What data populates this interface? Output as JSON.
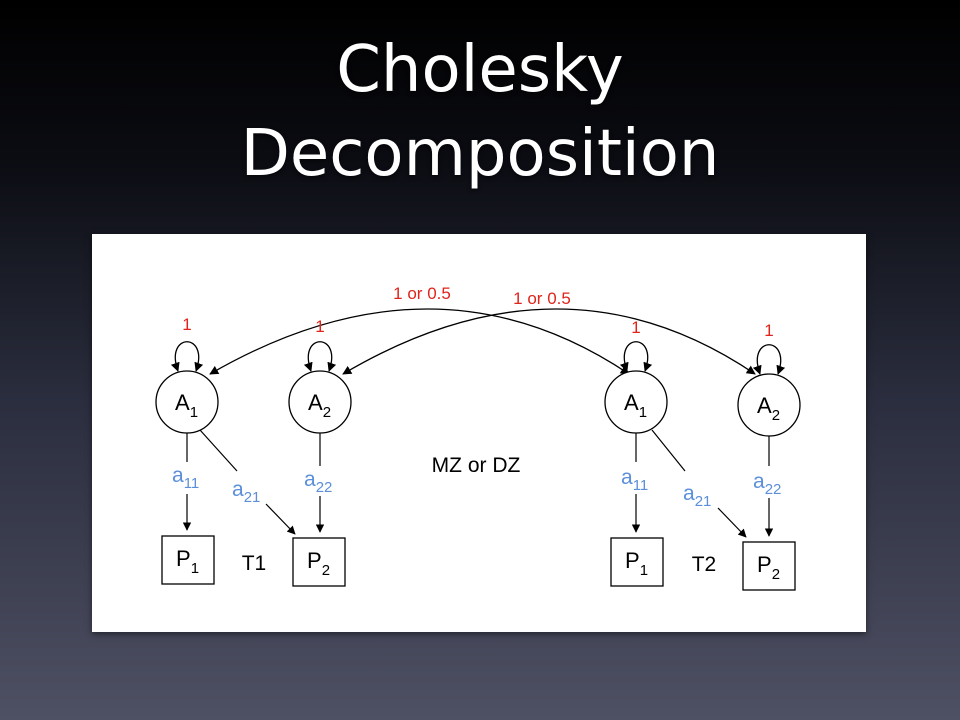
{
  "slide": {
    "title_line1": "Cholesky",
    "title_line2": "Decomposition"
  },
  "diagram": {
    "center_label": "MZ or DZ",
    "twin_labels": [
      "T1",
      "T2"
    ],
    "cross_twin_covariance": [
      "1 or 0.5",
      "1 or 0.5"
    ],
    "variance_label": "1",
    "latent_main": "A",
    "observed_main": "P",
    "path_main": "a",
    "subscripts": {
      "one": "1",
      "two": "2",
      "a11": "11",
      "a21": "21",
      "a22": "22"
    },
    "colors": {
      "path_label": "#5b8fd9",
      "variance": "#e0241b",
      "line": "#000000"
    }
  }
}
